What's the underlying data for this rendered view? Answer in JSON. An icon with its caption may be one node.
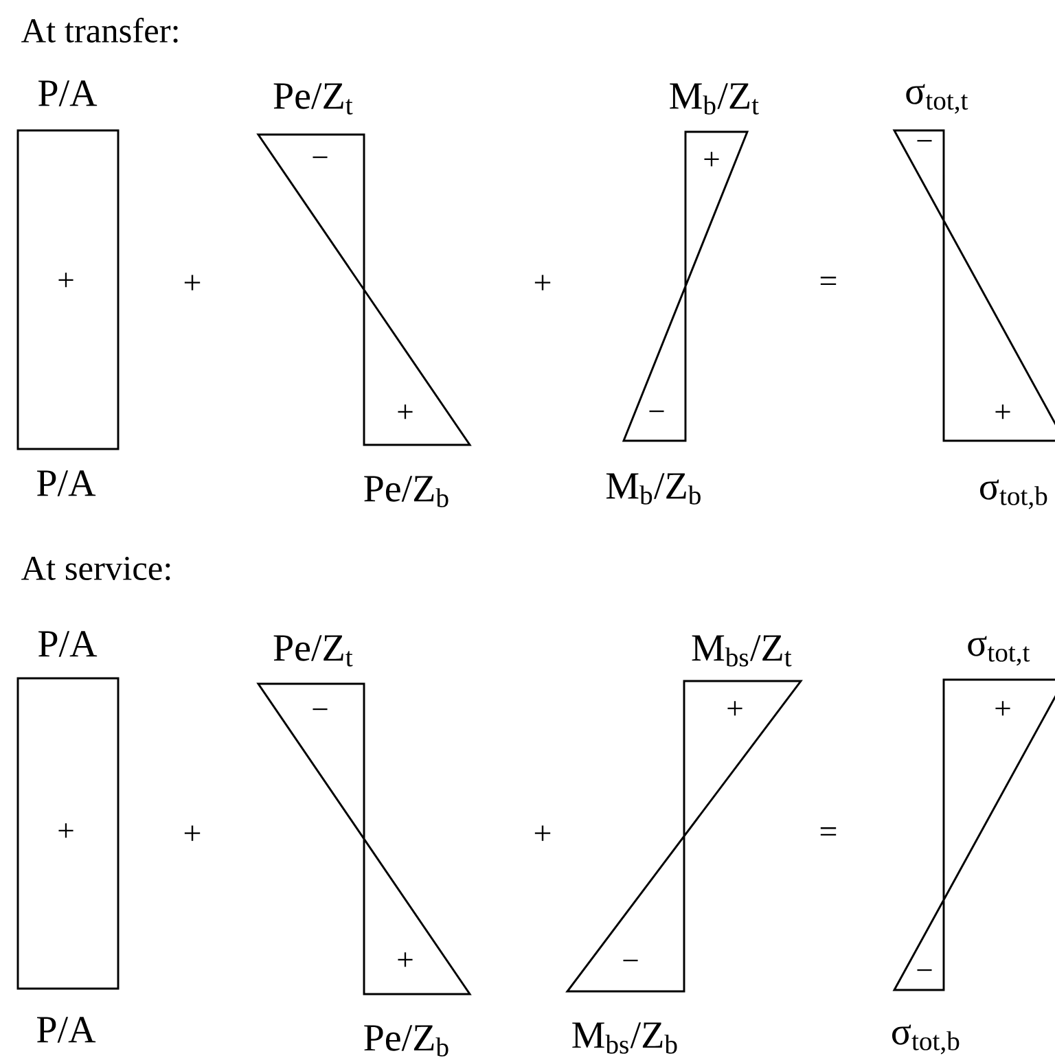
{
  "diagram": {
    "nodes": [
      {
        "text": [
          "P/A",
          "+",
          "P/A"
        ]
      },
      {
        "text": [
          "Pe/Z$_{t}$",
          "−",
          "+",
          "Pe/Z$_{b}$"
        ]
      },
      {
        "text": [
          "M$_{b}$/Z$_{t}$",
          "+",
          "−",
          "M$_{b}$/Z$_{b}$"
        ]
      },
      {
        "text": [
          "σ$_{tot,t}$",
          "−",
          "+",
          "σ$_{tot,b}$"
        ]
      },
      {
        "text": [
          "P/A",
          "+",
          "P/A"
        ]
      },
      {
        "text": [
          "Pe/Z$_{t}$",
          "−",
          "+",
          "Pe/Z$_{b}$"
        ]
      },
      {
        "text": [
          "M$_{bs}$/Z$_{t}$",
          "+",
          "−",
          "M$_{bs}$/Z$_{b}$"
        ]
      },
      {
        "text": [
          "σ$_{tot,t}$",
          "+",
          "−",
          "σ$_{tot,b}$"
        ]
      }
    ],
    "labels": [
      "At transfer:",
      "+",
      "+",
      "=",
      "At service:",
      "+",
      "+",
      "="
    ]
  }
}
